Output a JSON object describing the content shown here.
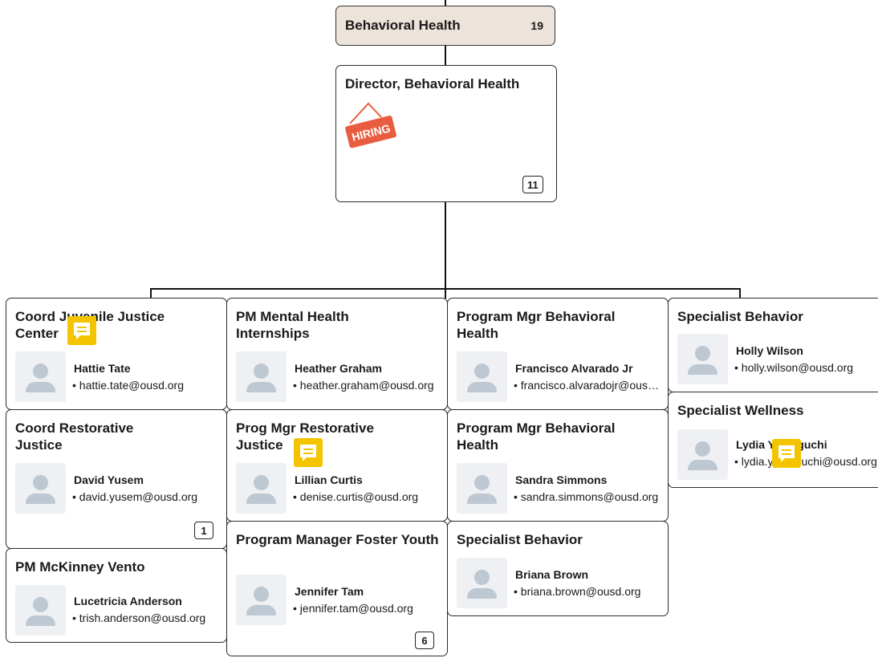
{
  "department": {
    "name": "Behavioral Health",
    "count": "19"
  },
  "director": {
    "title": "Director, Behavioral Health",
    "hiring_label": "HIRING",
    "reports_count": "11"
  },
  "cards": {
    "coord_juvenile": {
      "title": "Coord Juvenile Justice Center",
      "name": "Hattie Tate",
      "email": "• hattie.tate@ousd.org"
    },
    "coord_restorative": {
      "title": "Coord Restorative Justice",
      "name": "David Yusem",
      "email": "• david.yusem@ousd.org",
      "reports_count": "1"
    },
    "pm_mckinney": {
      "title": "PM McKinney Vento",
      "name": "Lucetricia Anderson",
      "email": "• trish.anderson@ousd.org"
    },
    "pm_mental_health": {
      "title": "PM Mental Health Internships",
      "name": "Heather Graham",
      "email": "• heather.graham@ousd.org"
    },
    "prog_mgr_restorative": {
      "title": "Prog Mgr Restorative Justice",
      "name": "Lillian Curtis",
      "email": "• denise.curtis@ousd.org"
    },
    "pm_foster_youth": {
      "title": "Program Manager Foster Youth",
      "name": "Jennifer Tam",
      "email": "• jennifer.tam@ousd.org",
      "reports_count": "6"
    },
    "prog_mgr_bh_1": {
      "title": "Program Mgr Behavioral Health",
      "name": "Francisco Alvarado Jr",
      "email": "• francisco.alvaradojr@ousd.org"
    },
    "prog_mgr_bh_2": {
      "title": "Program Mgr Behavioral Health",
      "name": "Sandra Simmons",
      "email": "• sandra.simmons@ousd.org"
    },
    "specialist_behavior_1": {
      "title": "Specialist Behavior",
      "name": "Briana Brown",
      "email": "• briana.brown@ousd.org"
    },
    "specialist_behavior_2": {
      "title": "Specialist Behavior",
      "name": "Holly Wilson",
      "email": "• holly.wilson@ousd.org"
    },
    "specialist_wellness": {
      "title": "Specialist Wellness",
      "name": "Lydia Yamaguchi",
      "email": "• lydia.yamaguchi@ousd.org"
    }
  },
  "colors": {
    "accent_comment": "#f5c400",
    "hiring_sign": "#e85d3f",
    "dept_bg": "#ece3da"
  },
  "icons": {
    "comment": "comment-icon",
    "avatar": "avatar-placeholder-icon",
    "hiring": "hiring-sign-icon"
  }
}
